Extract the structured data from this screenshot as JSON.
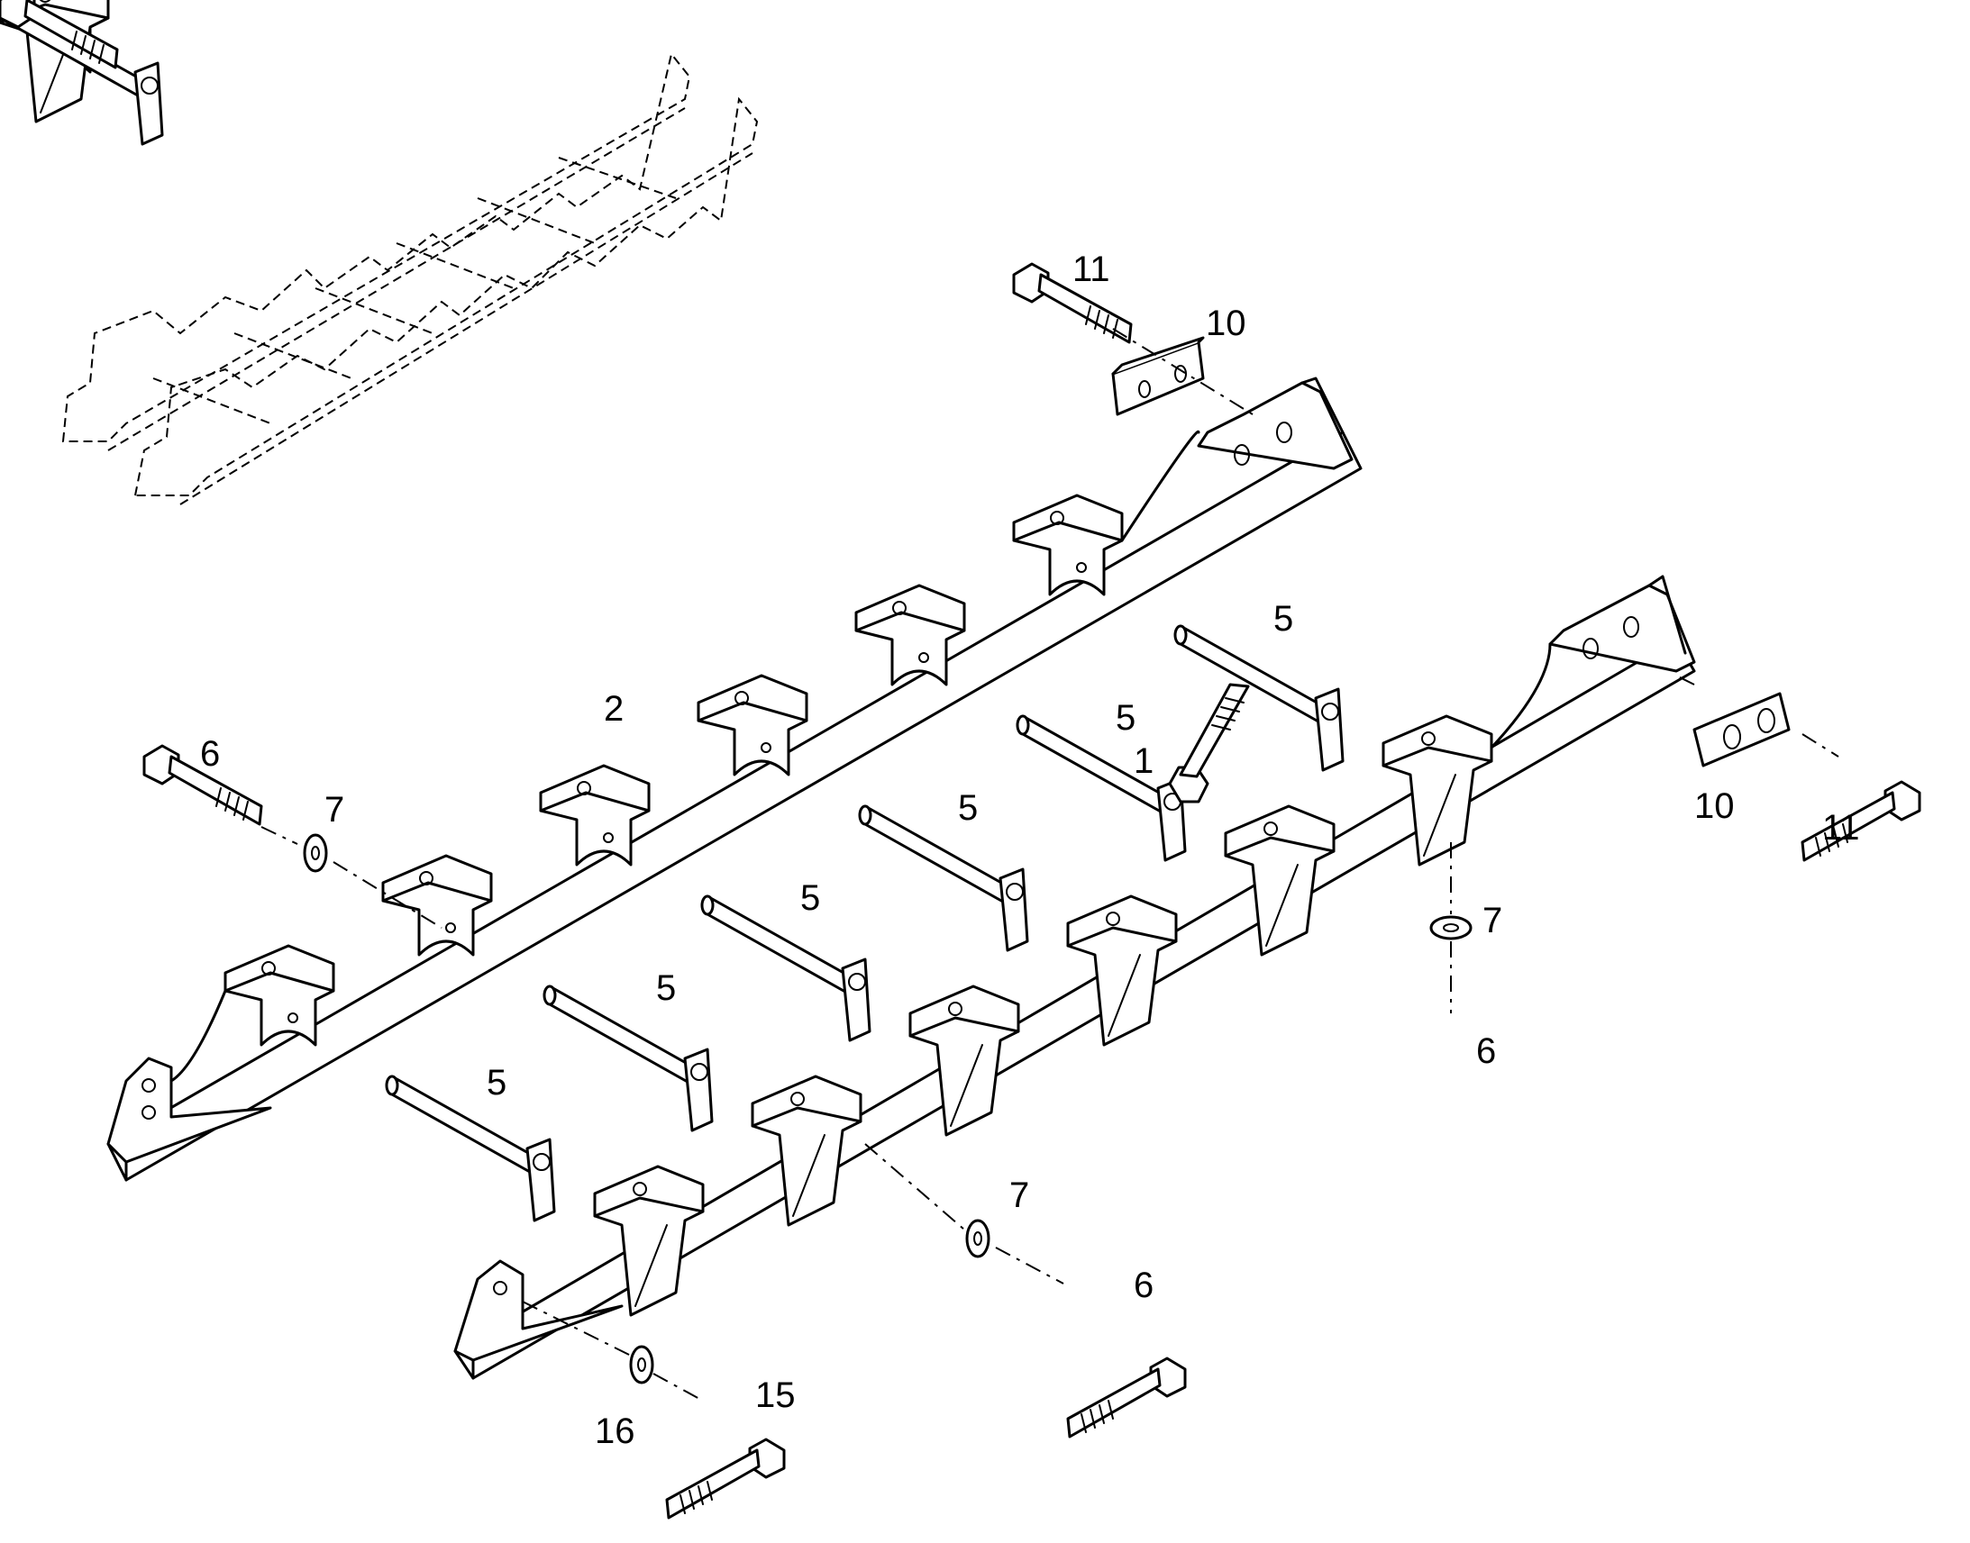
{
  "callouts": {
    "c1": "1",
    "c2": "2",
    "c5": "5",
    "c6": "6",
    "c7": "7",
    "c10": "10",
    "c11": "11",
    "c15": "15",
    "c16": "16"
  }
}
